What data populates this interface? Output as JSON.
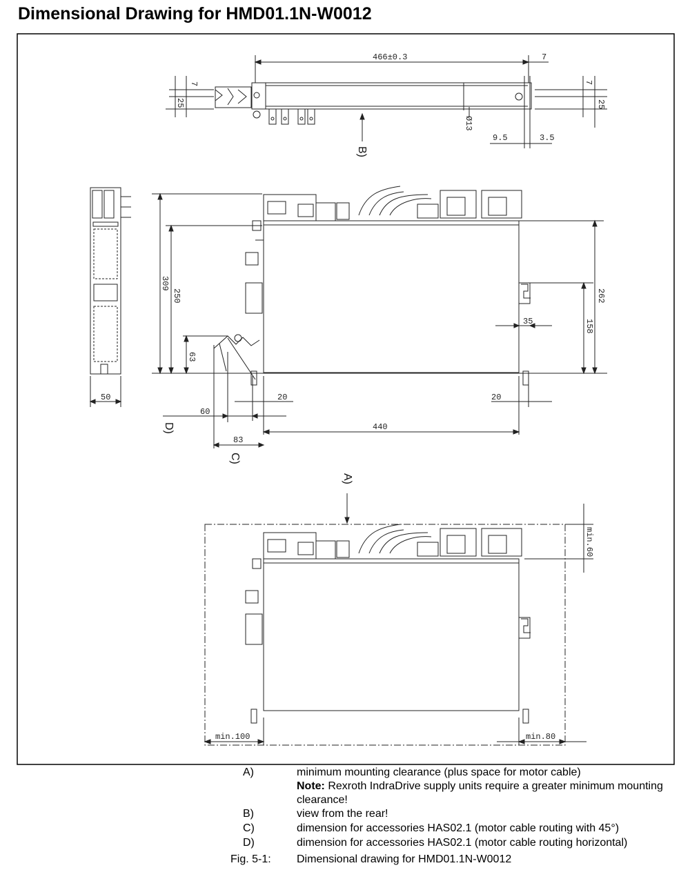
{
  "title": "Dimensional Drawing for HMD01.1N-W0012",
  "dimensions": {
    "top_length": "466±0.3",
    "top_7_right": "7",
    "top_7_left": "7",
    "top_25_left": "25",
    "top_7_far_right": "7",
    "top_25_far_right": "25",
    "hole_dia": "Ø13",
    "d_9_5": "9.5",
    "d_3_5": "3.5",
    "h_309": "309",
    "h_250": "250",
    "h_63": "63",
    "w_50": "50",
    "d_20_left": "20",
    "d_60": "60",
    "d_83": "83",
    "d_440": "440",
    "d_20_right": "20",
    "h_262": "262",
    "h_158": "158",
    "d_35": "35",
    "min_60": "min.60",
    "min_100": "min.100",
    "min_80": "min.80"
  },
  "view_labels": {
    "a": "A)",
    "b": "B)",
    "c": "C)",
    "d": "D)"
  },
  "legend": [
    {
      "key": "A)",
      "text": "minimum mounting clearance (plus space for motor cable)"
    },
    {
      "key": "",
      "note_label": "Note:",
      "text": " Rexroth IndraDrive supply units require a greater minimum mounting clearance!"
    },
    {
      "key": "B)",
      "text": "view from the rear!"
    },
    {
      "key": "C)",
      "text": "dimension for accessories HAS02.1 (motor cable routing with 45°)"
    },
    {
      "key": "D)",
      "text": "dimension for accessories HAS02.1 (motor cable routing horizontal)"
    }
  ],
  "figure": {
    "key": "Fig. 5-1:",
    "caption": "Dimensional drawing for HMD01.1N-W0012"
  }
}
